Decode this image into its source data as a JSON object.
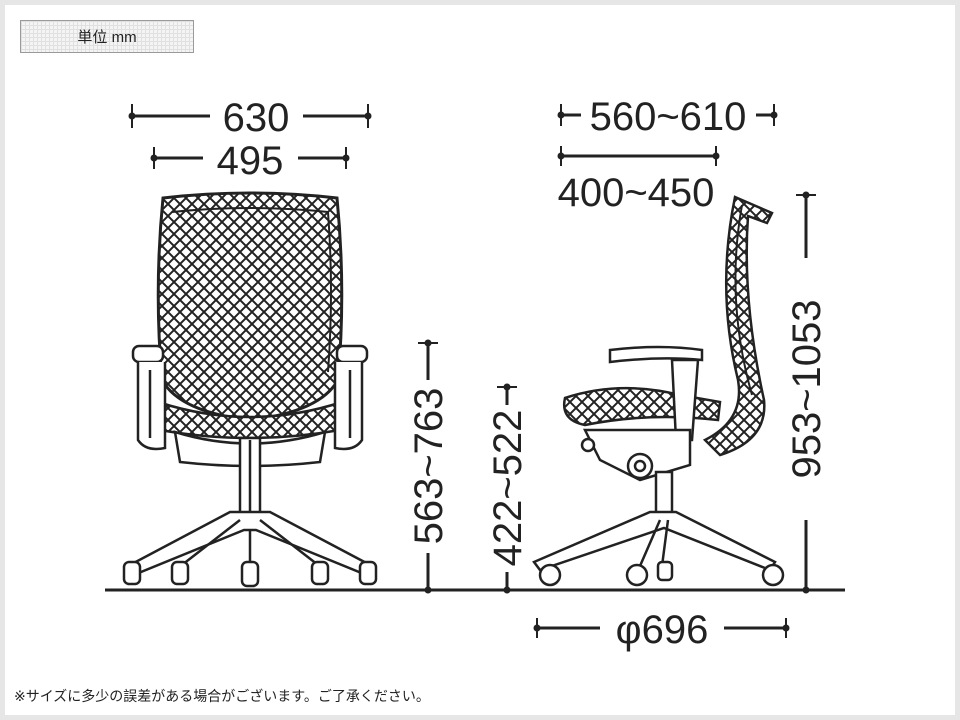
{
  "unit_label": "単位 mm",
  "footnote": "※サイズに多少の誤差がある場合がございます。ご了承ください。",
  "dimensions": {
    "overall_width": "630",
    "seat_width": "495",
    "overall_depth": "560~610",
    "seat_depth": "400~450",
    "armrest_height": "563~763",
    "seat_height": "422~522",
    "total_height": "953~1053",
    "base_diameter": "φ696"
  },
  "colors": {
    "line": "#222222",
    "frame": "#e6e6e6"
  }
}
